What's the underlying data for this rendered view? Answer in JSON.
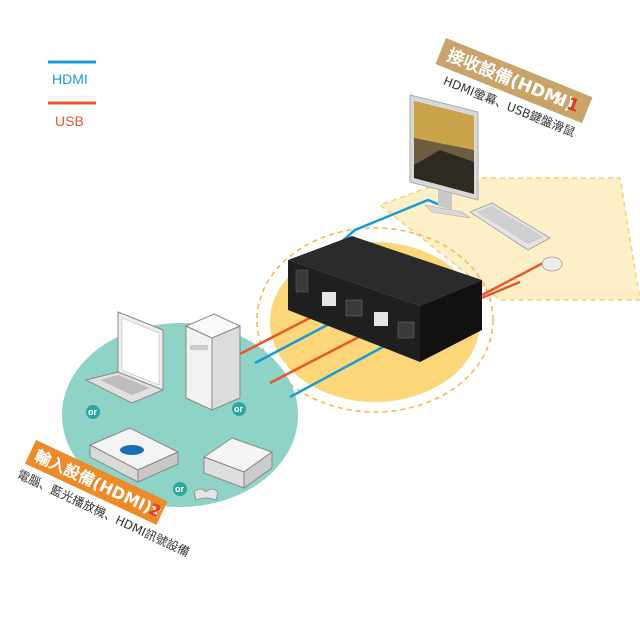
{
  "legend": {
    "hdmi_label": "HDMI",
    "usb_label": "USB",
    "hdmi_color": "#1a9ad9",
    "usb_color": "#e8562a"
  },
  "receive": {
    "title": "接收設備(HDMI)",
    "count_prefix": "x",
    "count": "1",
    "subtitle": "HDMI螢幕、USB鍵盤滑鼠"
  },
  "input": {
    "title": "輸入設備(HDMI)x",
    "count": "2",
    "subtitle": "電腦、藍光播放機、HDMI訊號設備"
  },
  "or_badges": [
    "or",
    "or",
    "or"
  ],
  "colors": {
    "tag_orange": "#ed8a2a",
    "tag_tan": "#c9a46a",
    "teal_zone": "#8fd3c6",
    "yellow_zone": "#fcd77a",
    "receive_zone": "#fdf0c8",
    "count_red": "#e8371e"
  }
}
